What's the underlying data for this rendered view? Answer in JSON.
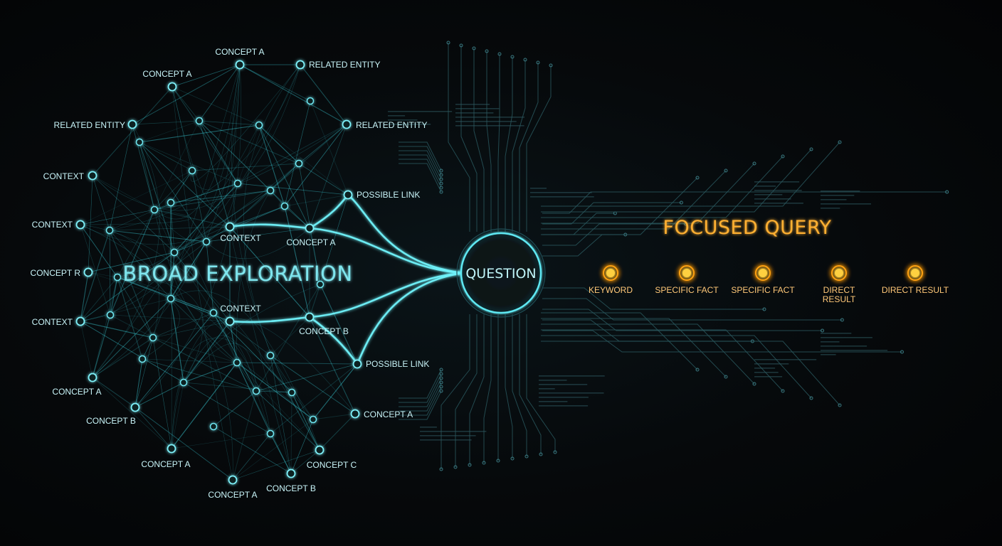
{
  "diagram": {
    "left_heading": "BROAD EXPLORATION",
    "right_heading": "FOCUSED QUERY",
    "center_label": "QUESTION",
    "network_labels": [
      "CONCEPT A",
      "RELATED ENTITY",
      "CONCEPT A",
      "RELATED ENTITY",
      "RELATED ENTITY",
      "CONTEXT",
      "POSSIBLE LINK",
      "CONTEXT",
      "CONTEXT",
      "CONCEPT A",
      "CONCEPT R",
      "CONTEXT",
      "CONTEXT",
      "CONCEPT B",
      "POSSIBLE LINK",
      "CONCEPT A",
      "CONCEPT A",
      "CONCEPT B",
      "CONCEPT A",
      "CONCEPT C",
      "CONCEPT A",
      "CONCEPT B"
    ],
    "query_labels": [
      "KEYWORD",
      "SPECIFIC FACT",
      "SPECIFIC FACT",
      "DIRECT RESULT",
      "DIRECT RESULT"
    ],
    "colors": {
      "network": "#3fe0ec",
      "query": "#ffb020",
      "circuit": "#2a5a60"
    }
  }
}
